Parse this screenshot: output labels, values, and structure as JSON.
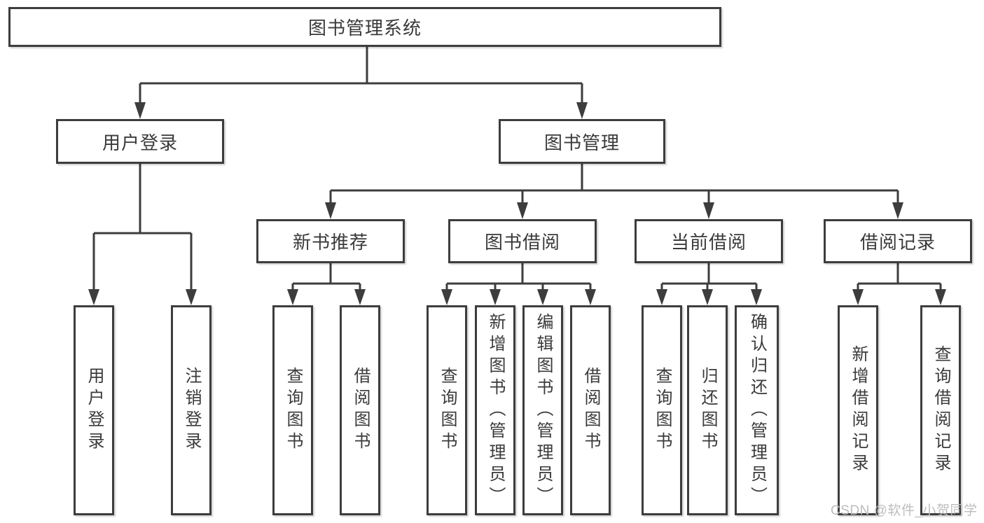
{
  "diagram": {
    "type": "tree",
    "title": "图书管理系统",
    "watermark": "CSDN @软件_小贺同学",
    "colors": {
      "line": "#3d3d3d",
      "box_border": "#3d3d3d",
      "box_background": "#ffffff",
      "text": "#3a3a3a",
      "page_background": "#ffffff",
      "watermark": "#bdbdbd"
    }
  },
  "nodes": {
    "root": {
      "label": "图书管理系统"
    },
    "user_login": {
      "label": "用户登录"
    },
    "book_mgmt": {
      "label": "图书管理"
    },
    "new_books": {
      "label": "新书推荐"
    },
    "book_borrow": {
      "label": "图书借阅"
    },
    "current_borrow": {
      "label": "当前借阅"
    },
    "borrow_records": {
      "label": "借阅记录"
    },
    "ul_login": {
      "label": "用户登录"
    },
    "ul_logout": {
      "label": "注销登录"
    },
    "nb_query": {
      "label": "查询图书"
    },
    "nb_borrow": {
      "label": "借阅图书"
    },
    "bb_query": {
      "label": "查询图书"
    },
    "bb_add": {
      "label": "新增图书（管理员）"
    },
    "bb_edit": {
      "label": "编辑图书（管理员）"
    },
    "bb_borrow": {
      "label": "借阅图书"
    },
    "cb_query": {
      "label": "查询图书"
    },
    "cb_return": {
      "label": "归还图书"
    },
    "cb_confirm": {
      "label": "确认归还（管理员）"
    },
    "br_add": {
      "label": "新增借阅记录"
    },
    "br_query": {
      "label": "查询借阅记录"
    }
  },
  "edges": [
    [
      "图书管理系统",
      "用户登录"
    ],
    [
      "图书管理系统",
      "图书管理"
    ],
    [
      "用户登录",
      "用户登录"
    ],
    [
      "用户登录",
      "注销登录"
    ],
    [
      "图书管理",
      "新书推荐"
    ],
    [
      "图书管理",
      "图书借阅"
    ],
    [
      "图书管理",
      "当前借阅"
    ],
    [
      "图书管理",
      "借阅记录"
    ],
    [
      "新书推荐",
      "查询图书"
    ],
    [
      "新书推荐",
      "借阅图书"
    ],
    [
      "图书借阅",
      "查询图书"
    ],
    [
      "图书借阅",
      "新增图书（管理员）"
    ],
    [
      "图书借阅",
      "编辑图书（管理员）"
    ],
    [
      "图书借阅",
      "借阅图书"
    ],
    [
      "当前借阅",
      "查询图书"
    ],
    [
      "当前借阅",
      "归还图书"
    ],
    [
      "当前借阅",
      "确认归还（管理员）"
    ],
    [
      "借阅记录",
      "新增借阅记录"
    ],
    [
      "借阅记录",
      "查询借阅记录"
    ]
  ]
}
